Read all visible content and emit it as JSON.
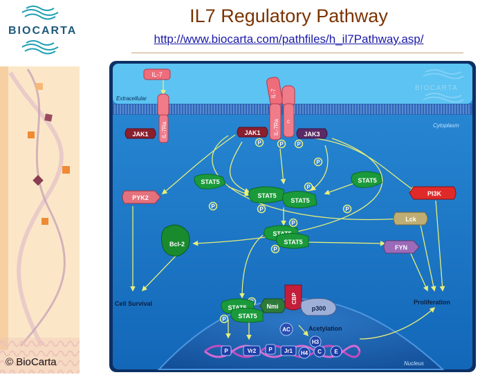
{
  "slide": {
    "title": "IL7 Regulatory Pathway",
    "url": "http://www.biocarta.com/pathfiles/h_il7Pathway.asp/",
    "logo": "BioCarta",
    "logo_text": "BIOCARTA",
    "copyright": "© BioCarta"
  },
  "diagram": {
    "watermark": "BIOCARTA",
    "regions": {
      "extracellular": "Extracellular",
      "cytoplasm": "Cytoplasm",
      "nucleus": "Nucleus"
    },
    "molecules": {
      "il7_free": "IL-7",
      "il7_bound": "IL-7",
      "jak1_left": "JAK1",
      "il7ra_left": "IL-7Ra",
      "jak1": "JAK1",
      "il7ra": "IL-7Ra",
      "gamma_c": "c",
      "jak3": "JAK3",
      "stat5_left": "STAT5",
      "stat5_right": "STAT5",
      "stat5_dimer_a": "STAT5",
      "stat5_dimer_b": "STAT5",
      "stat5_dimer2_a": "STAT5",
      "stat5_dimer2_b": "STAT5",
      "pyk2": "PYK2",
      "pi3k": "PI3K",
      "lck": "Lck",
      "fyn": "FYN",
      "bcl2": "Bcl-2",
      "nuc_stat5_a": "STAT5",
      "nuc_stat5_b": "STAT5",
      "nmi": "Nmi",
      "cbp": "CBP",
      "p300": "p300",
      "ac": "AC",
      "h3": "H3",
      "h4": "H4",
      "c_gene": "C",
      "e_gene": "E",
      "p_gene": "P",
      "vr2": "Vr2",
      "p_gene2": "P",
      "jr1": "Jr1"
    },
    "phospho_label": "P",
    "outcomes": {
      "cell_survival": "Cell Survival",
      "proliferation": "Proliferation",
      "acetylation": "Acetylation"
    }
  }
}
